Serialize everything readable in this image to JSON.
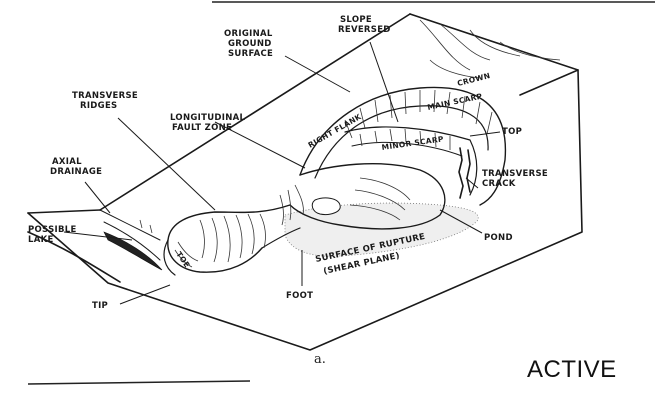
{
  "labels": {
    "original_ground_surface": [
      "ORIGINAL",
      "GROUND",
      "SURFACE"
    ],
    "slope_reversed": [
      "SLOPE",
      "REVERSED"
    ],
    "crown": "CROWN",
    "main_scarp": "MAIN SCARP",
    "top": "TOP",
    "transverse_ridges": [
      "TRANSVERSE",
      "RIDGES"
    ],
    "longitudinal_fault_zone": [
      "LONGITUDINAL",
      "FAULT ZONE"
    ],
    "right_flank": "RIGHT FLANK",
    "minor_scarp": "MINOR SCARP",
    "transverse_crack": [
      "TRANSVERSE",
      "CRACK"
    ],
    "axial_drainage": [
      "AXIAL",
      "DRAINAGE"
    ],
    "possible_lake": [
      "POSSIBLE",
      "LAKE"
    ],
    "toe": "TOE",
    "pond": "POND",
    "surface_of_rupture": [
      "SURFACE OF RUPTURE",
      "(SHEAR PLANE)"
    ],
    "foot": "FOOT",
    "tip": "TIP"
  },
  "caption": "a.",
  "stage_label": "ACTIVE"
}
